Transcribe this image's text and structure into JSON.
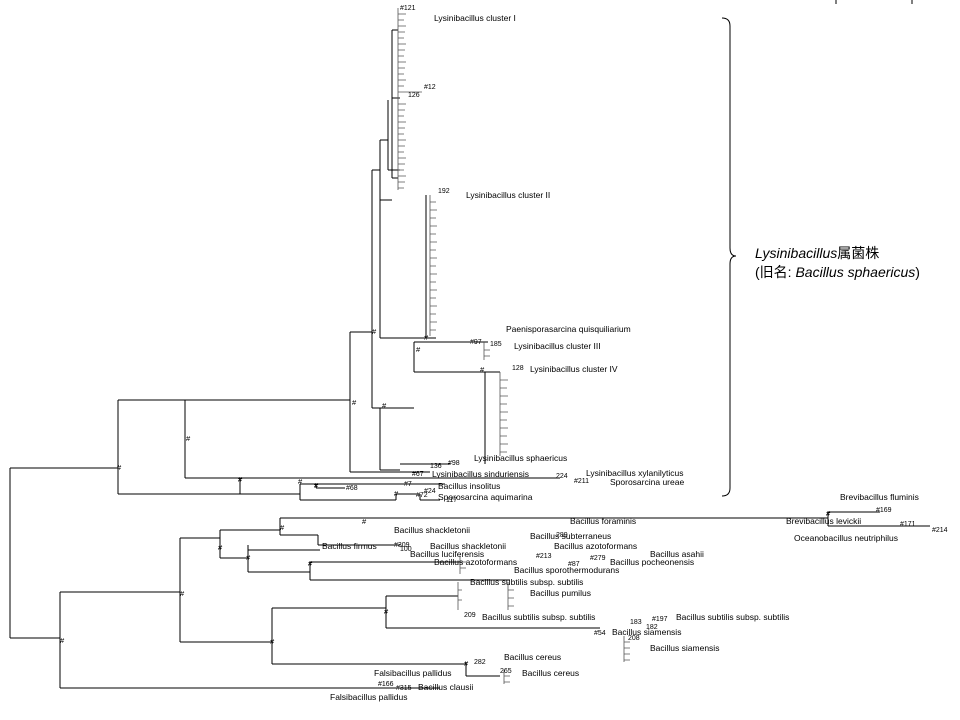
{
  "group_label": {
    "line1_italic": "Lysinibacillus",
    "line1_rest": "属菌株",
    "line2_open": "(旧名: ",
    "line2_italic": "Bacillus sphaericus",
    "line2_close": ")"
  },
  "clusters": {
    "c1": "Lysinibacillus cluster I",
    "c2": "Lysinibacillus cluster II",
    "c3": "Lysinibacillus cluster III",
    "c4": "Lysinibacillus cluster IV"
  },
  "taxa": {
    "paeni": "Paenisporasarcina quisquiliarium",
    "lsph": "Lysinibacillus sphaericus",
    "lsind": "Lysinibacillus sinduriensis",
    "lxyl": "Lysinibacillus xylanilyticus",
    "sureae": "Sporosarcina ureae",
    "binsol": "Bacillus insolitus",
    "saqua": "Sporosarcina aquimarina",
    "brflum": "Brevibacillus fluminis",
    "brlev": "Brevibacillus levickii",
    "oneut": "Oceanobacillus neutriphilus",
    "bfora": "Bacillus foraminis",
    "bshack1": "Bacillus shackletonii",
    "bshack2": "Bacillus shackletonii",
    "bsubt": "Bacillus subterraneus",
    "bfirm": "Bacillus firmus",
    "baz1": "Bacillus azotoformans",
    "bazo2": "Bacillus azotoformans",
    "bluci": "Bacillus luciferensis",
    "basahii": "Bacillus asahii",
    "bpoch": "Bacillus pocheonensis",
    "bspor": "Bacillus sporothermodurans",
    "bss1": "Bacillus subtilis subsp. subtilis",
    "bpum": "Bacillus pumilus",
    "bss2": "Bacillus subtilis subsp. subtilis",
    "bss3": "Bacillus subtilis subsp. subtilis",
    "bsiam1": "Bacillus siamensis",
    "bsiam2": "Bacillus siamensis",
    "bcer1": "Bacillus cereus",
    "bcer2": "Bacillus cereus",
    "fpal1": "Falsibacillus pallidus",
    "fpal2": "Falsibacillus pallidus",
    "bclau": "Bacillus clausii"
  },
  "ids": {
    "i121": "#121",
    "i12": "#12",
    "i126": "126",
    "i192": "192",
    "i97": "#97",
    "i185": "185",
    "i128": "128",
    "i136": "136",
    "i98": "#98",
    "i67": "#67",
    "i224": "224",
    "i211": "#211",
    "i7": "#7",
    "i68": "#68",
    "i24": "#24",
    "i72": "#72",
    "i117": "117",
    "i169": "#169",
    "i171": "#171",
    "i214": "#214",
    "i289": "289",
    "i309": "#309",
    "i100": "100",
    "i213": "#213",
    "i279": "#279",
    "i87": "#87",
    "i197": "#197",
    "i183": "183",
    "i182": "182",
    "i54": "#54",
    "i208": "208",
    "i209": "209",
    "i282": "282",
    "i265": "265",
    "i166": "#166",
    "i315": "#315"
  },
  "node_mark": "#"
}
